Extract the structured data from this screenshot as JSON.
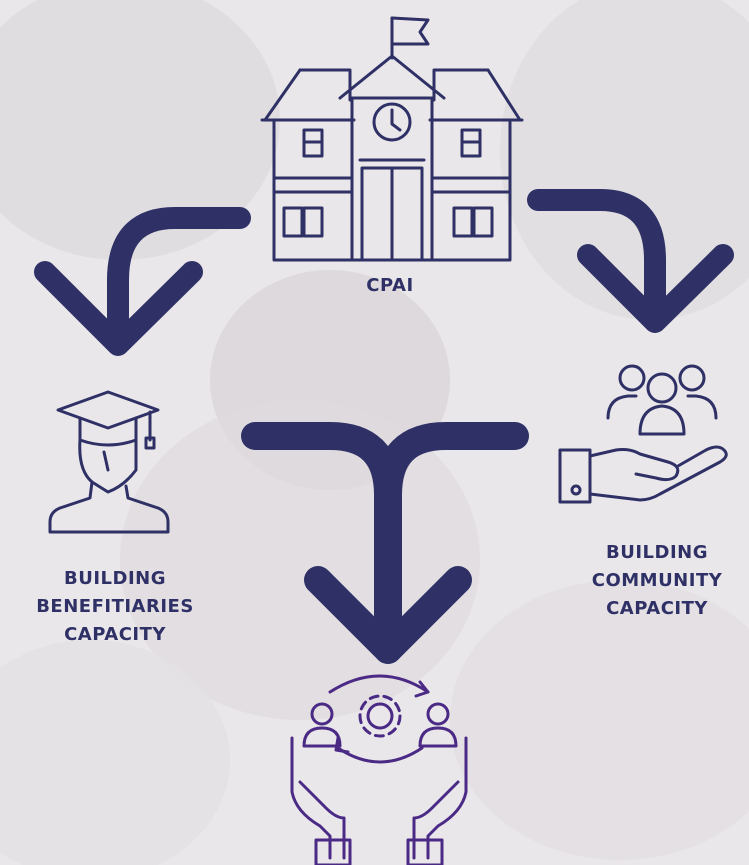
{
  "diagram": {
    "top_node": {
      "label": "CPAI",
      "icon": "school-building-icon"
    },
    "left_node": {
      "label_lines": [
        "BUILDING",
        "BENEFITIARIES",
        "CAPACITY"
      ],
      "icon": "graduate-student-icon"
    },
    "right_node": {
      "label_lines": [
        "BUILDING",
        "COMMUNITY",
        "CAPACITY"
      ],
      "icon": "community-hand-icon"
    },
    "bottom_node": {
      "icon": "collaboration-hands-gear-icon"
    }
  },
  "colors": {
    "navy": "#2f3166",
    "purple": "#4b2a86",
    "background": "#e9e7ea"
  }
}
